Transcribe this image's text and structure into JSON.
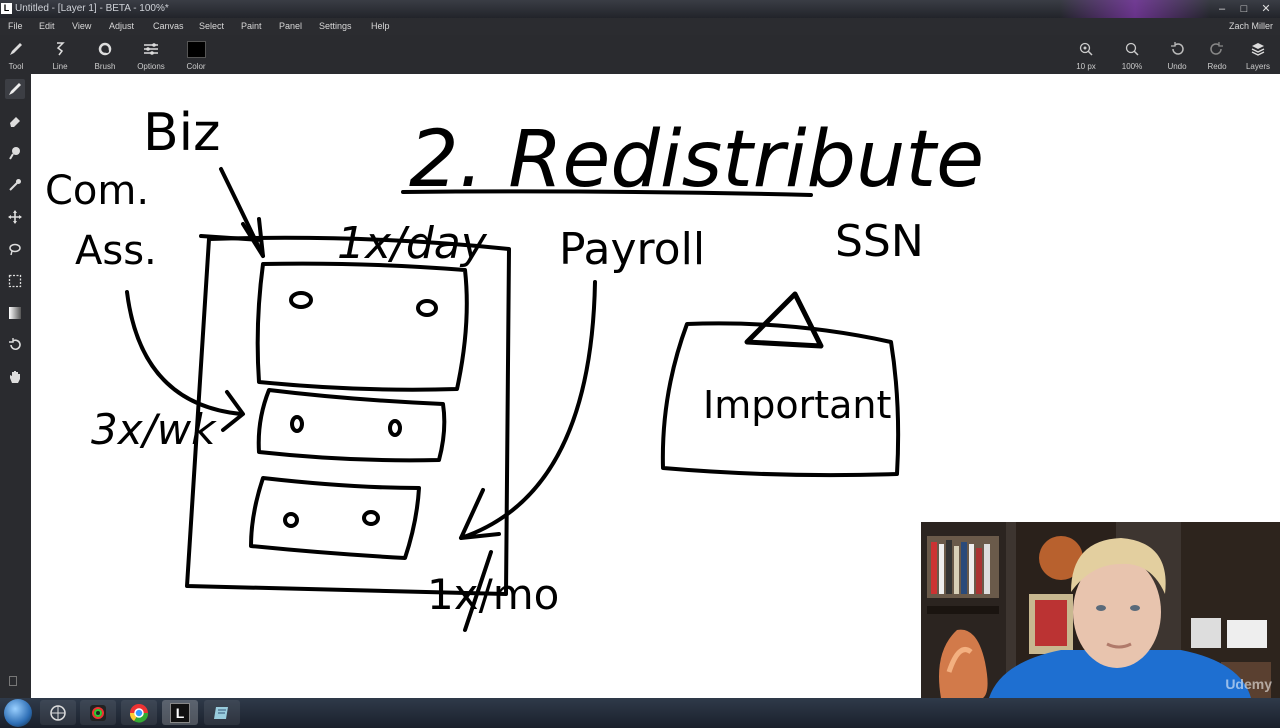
{
  "window": {
    "title": "Untitled - [Layer 1] - BETA - 100%*",
    "app_logo": "L",
    "controls": [
      "–",
      "□",
      "✕"
    ]
  },
  "menu": {
    "items": [
      "File",
      "Edit",
      "View",
      "Adjust",
      "Canvas",
      "Select",
      "Paint",
      "Panel",
      "Settings",
      "Help"
    ],
    "user": "Zach Miller"
  },
  "toolbar": {
    "left": [
      {
        "label": "Tool",
        "icon": "brush-icon"
      },
      {
        "label": "Line",
        "icon": "line-icon"
      },
      {
        "label": "Brush",
        "icon": "brush-shape-icon"
      },
      {
        "label": "Options",
        "icon": "sliders-icon"
      },
      {
        "label": "Color",
        "icon": "color-swatch"
      }
    ],
    "right": [
      {
        "label": "10 px",
        "icon": "brush-size-icon"
      },
      {
        "label": "100%",
        "icon": "zoom-icon"
      },
      {
        "label": "Undo",
        "icon": "undo-icon"
      },
      {
        "label": "Redo",
        "icon": "redo-icon"
      },
      {
        "label": "Layers",
        "icon": "layers-icon"
      }
    ],
    "color_value": "#000000"
  },
  "sidebar": {
    "tools": [
      "brush-icon",
      "eraser-icon",
      "smudge-icon",
      "eyedropper-icon",
      "move-icon",
      "lasso-icon",
      "marquee-select-icon",
      "gradient-icon",
      "rotate-icon",
      "hand-icon"
    ]
  },
  "drawing": {
    "title": "2. Redistribute",
    "labels": {
      "biz": "Biz",
      "com_ass_1": "Com.",
      "com_ass_2": "Ass.",
      "freq_day": "1x/day",
      "freq_week": "3x/wk",
      "freq_month": "1x/mo",
      "payroll": "Payroll",
      "ssn": "SSN",
      "important": "Important"
    }
  },
  "webcam": {
    "watermark": "Udemy"
  },
  "taskbar": {
    "apps": [
      "start-button",
      "media-app",
      "photos-app",
      "chrome-app",
      "lazy-nezumi-app",
      "notes-app"
    ]
  },
  "colors": {
    "chrome_bg": "#2a2b2f",
    "canvas_bg": "#ffffff",
    "ink": "#000000"
  }
}
